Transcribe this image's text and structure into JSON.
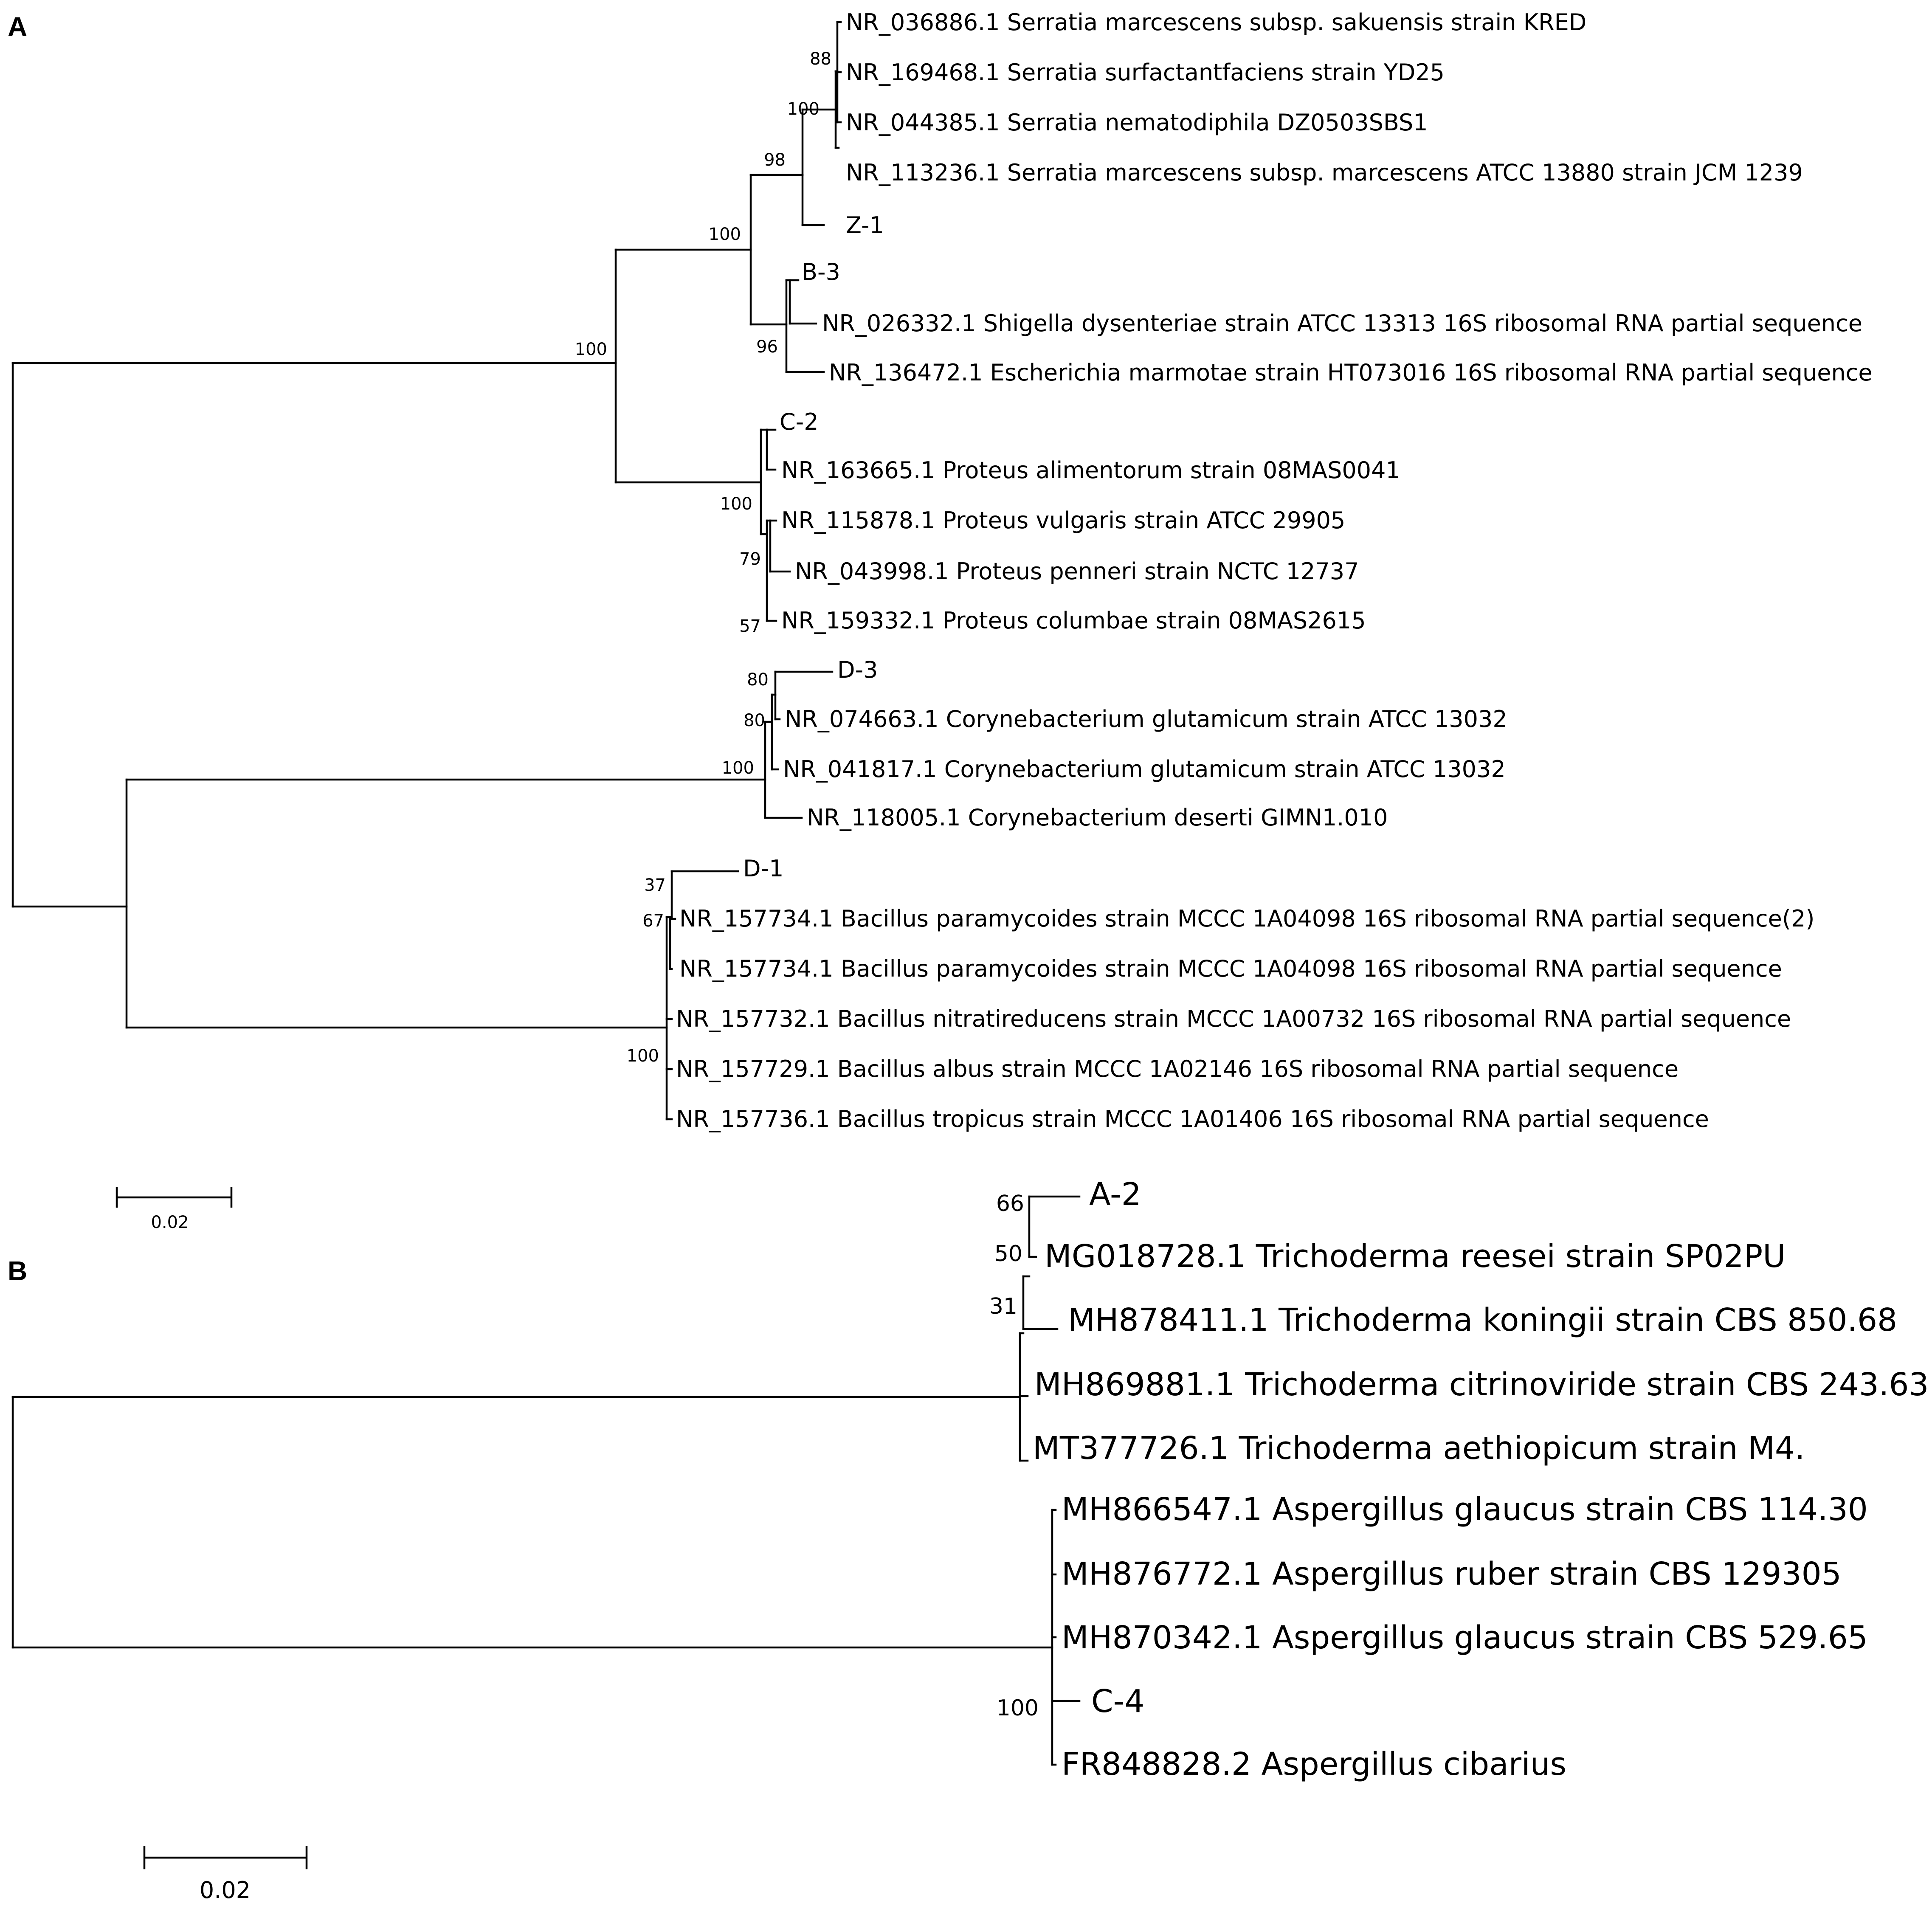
{
  "panels": {
    "a": {
      "label": "A",
      "scale_label": "0.02",
      "leaves": [
        "NR_036886.1 Serratia marcescens subsp. sakuensis strain KRED",
        "NR_169468.1 Serratia surfactantfaciens strain YD25",
        "NR_044385.1 Serratia nematodiphila DZ0503SBS1",
        "NR_113236.1 Serratia marcescens subsp. marcescens ATCC 13880 strain JCM 1239",
        "Z-1",
        "B-3",
        "NR_026332.1 Shigella dysenteriae strain ATCC 13313 16S ribosomal RNA partial sequence",
        "NR_136472.1 Escherichia marmotae strain HT073016 16S ribosomal RNA partial sequence",
        "C-2",
        "NR_163665.1 Proteus alimentorum strain 08MAS0041",
        "NR_115878.1 Proteus vulgaris strain ATCC 29905",
        "NR_043998.1 Proteus penneri strain NCTC 12737",
        "NR_159332.1 Proteus columbae strain 08MAS2615",
        "D-3",
        "NR_074663.1 Corynebacterium glutamicum strain ATCC 13032",
        "NR_041817.1 Corynebacterium glutamicum strain ATCC 13032",
        "NR_118005.1 Corynebacterium deserti GIMN1.010",
        "D-1",
        "NR_157734.1 Bacillus paramycoides strain MCCC 1A04098 16S ribosomal RNA partial sequence(2)",
        "NR_157734.1 Bacillus paramycoides strain MCCC 1A04098 16S ribosomal RNA partial sequence",
        "NR_157732.1 Bacillus nitratireducens strain MCCC 1A00732 16S ribosomal RNA partial sequence",
        "NR_157729.1 Bacillus albus strain MCCC 1A02146 16S ribosomal RNA partial sequence",
        "NR_157736.1 Bacillus tropicus strain MCCC 1A01406 16S ribosomal RNA partial sequence"
      ],
      "bootstrap": [
        "88",
        "100",
        "98",
        "100",
        "100",
        "96",
        "100",
        "79",
        "57",
        "80",
        "80",
        "100",
        "37",
        "67",
        "100"
      ]
    },
    "b": {
      "label": "B",
      "scale_label": "0.02",
      "leaves": [
        "A-2",
        "MG018728.1 Trichoderma reesei strain SP02PU",
        "MH878411.1 Trichoderma koningii strain CBS 850.68",
        "MH869881.1 Trichoderma citrinoviride strain CBS 243.63",
        "MT377726.1 Trichoderma aethiopicum strain M4.",
        "MH866547.1 Aspergillus glaucus strain CBS 114.30",
        "MH876772.1 Aspergillus ruber strain CBS 129305",
        "MH870342.1 Aspergillus glaucus strain CBS 529.65",
        "C-4",
        "FR848828.2 Aspergillus cibarius"
      ],
      "bootstrap": [
        "66",
        "50",
        "31",
        "100"
      ]
    }
  }
}
